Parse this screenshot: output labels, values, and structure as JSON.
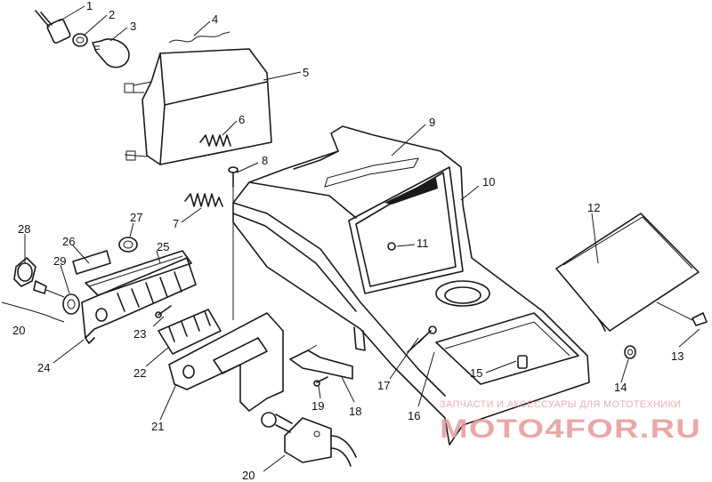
{
  "callouts": [
    {
      "id": "c1",
      "label": "1"
    },
    {
      "id": "c2",
      "label": "2"
    },
    {
      "id": "c3",
      "label": "3"
    },
    {
      "id": "c4",
      "label": "4"
    },
    {
      "id": "c5",
      "label": "5"
    },
    {
      "id": "c6",
      "label": "6"
    },
    {
      "id": "c7",
      "label": "7"
    },
    {
      "id": "c8",
      "label": "8"
    },
    {
      "id": "c9",
      "label": "9"
    },
    {
      "id": "c10",
      "label": "10"
    },
    {
      "id": "c11",
      "label": "11"
    },
    {
      "id": "c12",
      "label": "12"
    },
    {
      "id": "c13",
      "label": "13"
    },
    {
      "id": "c14",
      "label": "14"
    },
    {
      "id": "c15",
      "label": "15"
    },
    {
      "id": "c16",
      "label": "16"
    },
    {
      "id": "c17",
      "label": "17"
    },
    {
      "id": "c18",
      "label": "18"
    },
    {
      "id": "c19",
      "label": "19"
    },
    {
      "id": "c20a",
      "label": "20"
    },
    {
      "id": "c20b",
      "label": "20"
    },
    {
      "id": "c21",
      "label": "21"
    },
    {
      "id": "c22",
      "label": "22"
    },
    {
      "id": "c23",
      "label": "23"
    },
    {
      "id": "c24",
      "label": "24"
    },
    {
      "id": "c25",
      "label": "25"
    },
    {
      "id": "c26",
      "label": "26"
    },
    {
      "id": "c27",
      "label": "27"
    },
    {
      "id": "c28",
      "label": "28"
    },
    {
      "id": "c29",
      "label": "29"
    }
  ],
  "watermark": {
    "tagline": "ЗАПЧАСТИ И АКСЕССУАРЫ ДЛЯ МОТОТЕХНИКИ",
    "brand": "MOTO4FOR.RU"
  }
}
